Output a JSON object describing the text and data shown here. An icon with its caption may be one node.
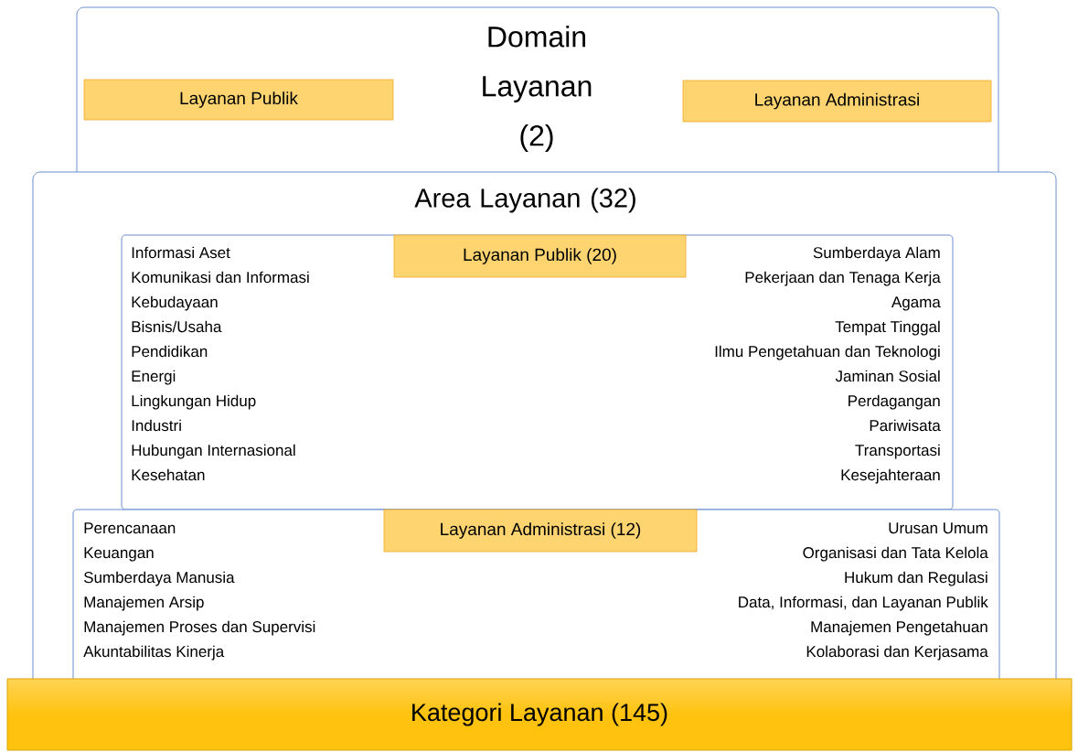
{
  "diagram": {
    "nodes": [
      {
        "text": [
          "Domain Layanan (2)"
        ]
      },
      {
        "text": [
          "Layanan Publik"
        ],
        "in": 0
      },
      {
        "text": [
          "Layanan Administrasi"
        ],
        "in": 0
      },
      {
        "text": [
          "Area Layanan (32)"
        ]
      },
      {
        "text": [
          "Informasi Aset",
          "Komunikasi dan Informasi",
          "Kebudayaan",
          "Bisnis/Usaha",
          "Pendidikan",
          "Energi",
          "Lingkungan Hidup",
          "Industri",
          "Hubungan Internasional",
          "Kesehatan",
          "Sumberdaya Alam",
          "Pekerjaan dan Tenaga Kerja",
          "Agama",
          "Tempat Tinggal",
          "Ilmu Pengetahuan dan Teknologi",
          "Jaminan Sosial",
          "Perdagangan",
          "Pariwisata",
          "Transportasi",
          "Kesejahteraan"
        ],
        "in": 3
      },
      {
        "text": [
          "Layanan Publik (20)"
        ],
        "in": 4
      },
      {
        "text": [
          "Perencanaan",
          "Keuangan",
          "Sumberdaya Manusia",
          "Manajemen Arsip",
          "Manajemen Proses dan Supervisi",
          "Akuntabilitas Kinerja",
          "Urusan Umum",
          "Organisasi dan Tata Kelola",
          "Hukum dan Regulasi",
          "Data, Informasi, dan Layanan Publik",
          "Manajemen Pengetahuan",
          "Kolaborasi dan Kerjasama"
        ],
        "in": 3
      },
      {
        "text": [
          "Layanan Administrasi (12)"
        ],
        "in": 6
      },
      {
        "text": [
          "Kategori Layanan (145)"
        ]
      }
    ]
  }
}
